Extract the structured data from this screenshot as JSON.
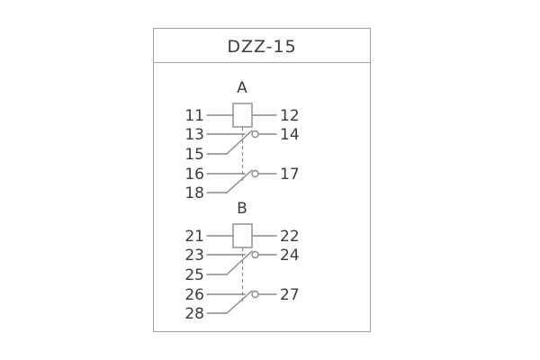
{
  "title": "DZZ-15",
  "colors": {
    "background": "#ffffff",
    "border": "#a3a3a3",
    "line": "#8a8a8a",
    "text": "#3c3c3c"
  },
  "sections": [
    {
      "label": "A",
      "terminals": [
        "11",
        "12",
        "13",
        "14",
        "15",
        "16",
        "17",
        "18"
      ]
    },
    {
      "label": "B",
      "terminals": [
        "21",
        "22",
        "23",
        "24",
        "25",
        "26",
        "27",
        "28"
      ]
    }
  ]
}
